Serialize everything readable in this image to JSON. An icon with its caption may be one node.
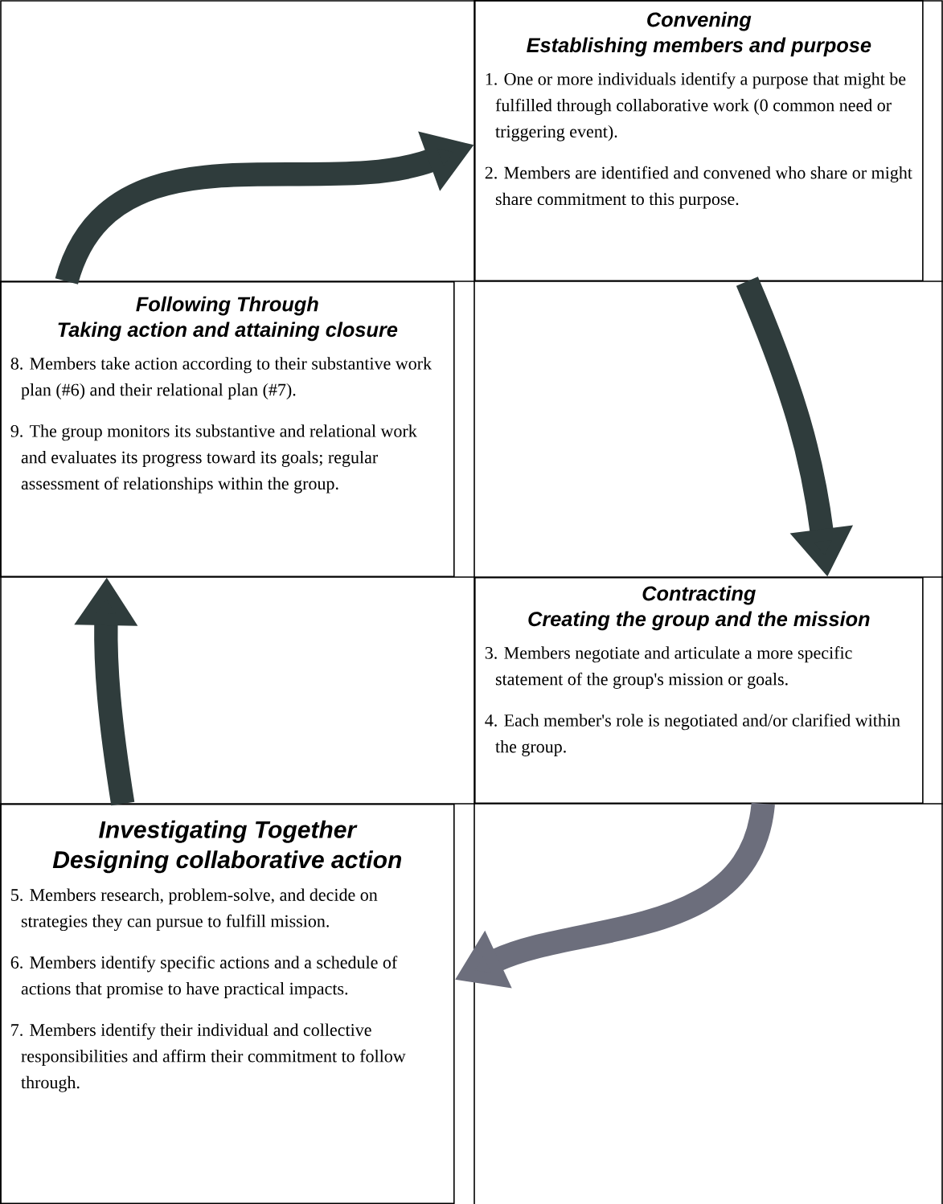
{
  "diagram": {
    "nodes": [
      {
        "text": [
          "Convening",
          "Establishing members and purpose",
          "1. One or more individuals identify a purpose that might be fulfilled through collaborative work (0 common need or triggering event).",
          "2. Members are identified and convened who share or might share commitment to this purpose."
        ]
      },
      {
        "text": [
          "Following Through",
          "Taking action and attaining closure",
          "8. Members take action according to their substantive work plan (#6) and their relational plan (#7).",
          "9. The group monitors its substantive and relational work and evaluates its progress toward its goals; regular assessment of relationships within the group."
        ]
      },
      {
        "text": [
          "Contracting",
          "Creating the group and the mission",
          "3. Members negotiate and articulate a more specific statement of the group's mission or goals.",
          "4. Each member's role is negotiated and/or clarified within the group."
        ]
      },
      {
        "text": [
          "Investigating Together",
          "Designing collaborative action",
          "5. Members research, problem-solve, and decide on strategies they can pursue to fulfill mission.",
          "6. Members identify specific actions and a schedule of actions that promise to have practical impacts.",
          "7. Members identify their individual and collective responsibilities and affirm their commitment to follow through."
        ]
      }
    ],
    "edges": [
      {
        "from": 0,
        "to": 2,
        "arrow": "to"
      },
      {
        "from": 2,
        "to": 3,
        "arrow": "to",
        "color": "#6c6e7c"
      },
      {
        "from": 3,
        "to": 1,
        "arrow": "to"
      },
      {
        "from": 1,
        "to": 0,
        "arrow": "to"
      }
    ]
  }
}
